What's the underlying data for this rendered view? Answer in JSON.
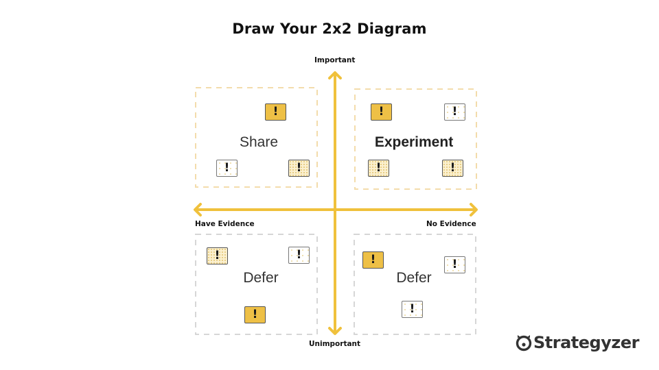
{
  "title": "Draw Your 2x2 Diagram",
  "colors": {
    "axis": "#f0c13c",
    "card_solid": "#eec046",
    "card_dotted": "#fbf0cf",
    "border_top": "#f3dcab",
    "border_bottom": "#d6d6d6",
    "text": "#222222"
  },
  "axes": {
    "top": "Important",
    "bottom": "Unimportant",
    "left": "Have Evidence",
    "right": "No Evidence"
  },
  "quadrants": [
    {
      "id": "top-left",
      "label": "Share",
      "bold": false,
      "cards": [
        {
          "style": "solid",
          "symbol": "!"
        },
        {
          "style": "empty",
          "symbol": "!"
        },
        {
          "style": "dotted",
          "symbol": "!"
        }
      ]
    },
    {
      "id": "top-right",
      "label": "Experiment",
      "bold": true,
      "cards": [
        {
          "style": "solid",
          "symbol": "!"
        },
        {
          "style": "empty",
          "symbol": "!"
        },
        {
          "style": "dotted",
          "symbol": "!"
        },
        {
          "style": "dotted",
          "symbol": "!"
        }
      ]
    },
    {
      "id": "bottom-left",
      "label": "Defer",
      "bold": false,
      "cards": [
        {
          "style": "dotted",
          "symbol": "!"
        },
        {
          "style": "empty",
          "symbol": "!"
        },
        {
          "style": "solid",
          "symbol": "!"
        }
      ]
    },
    {
      "id": "bottom-right",
      "label": "Defer",
      "bold": false,
      "cards": [
        {
          "style": "solid",
          "symbol": "!"
        },
        {
          "style": "empty",
          "symbol": "!"
        },
        {
          "style": "empty",
          "symbol": "!"
        }
      ]
    }
  ],
  "logo": {
    "text": "Strategyzer",
    "icon": "strategyzer-logo-icon"
  }
}
